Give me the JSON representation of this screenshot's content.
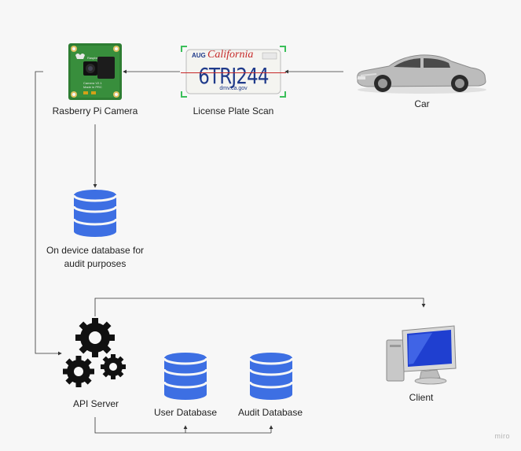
{
  "nodes": {
    "camera": {
      "label": "Rasberry Pi Camera"
    },
    "plate": {
      "label": "License Plate Scan",
      "month": "AUG",
      "state": "California",
      "number": "6TRJ244",
      "footer": "dmv.ca.gov"
    },
    "car": {
      "label": "Car"
    },
    "device_db": {
      "label_line1": "On device database for",
      "label_line2": "audit purposes"
    },
    "api": {
      "label": "API Server"
    },
    "user_db": {
      "label": "User Database"
    },
    "audit_db": {
      "label": "Audit Database"
    },
    "client": {
      "label": "Client"
    }
  },
  "watermark": "miro",
  "colors": {
    "db_blue": "#3d6fe3",
    "line": "#333333",
    "background": "#f7f7f7"
  }
}
